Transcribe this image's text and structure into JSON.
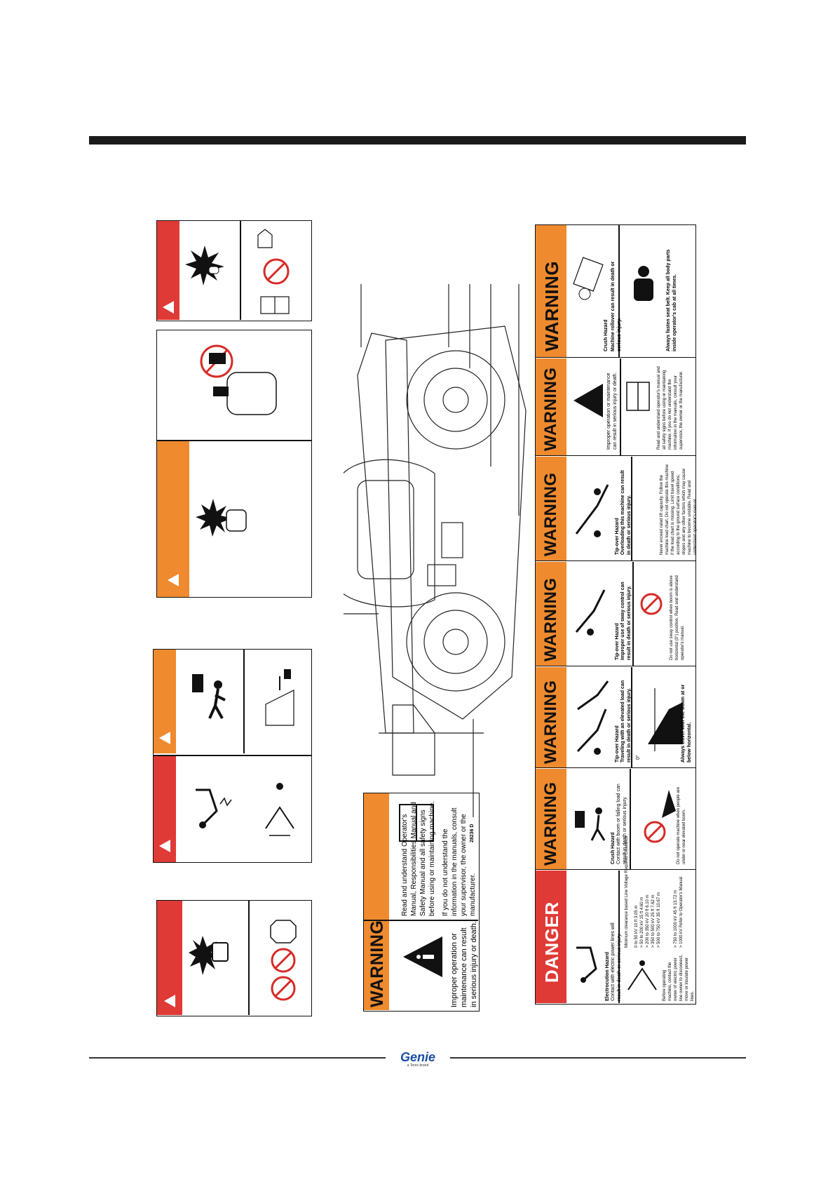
{
  "branding": {
    "logo_text": "Genie",
    "logo_tagline": "a Terex brand"
  },
  "operator_manual_decal": {
    "signal_word": "WARNING",
    "left_text": "Improper operation or maintenance can result in serious injury or death.",
    "right_text_1": "Read and understand Operator's Manual, Responsibilities Manual and Safety Manual and all safety signs before using or maintaining machine.",
    "right_text_2": "If you do not understand the information in the manuals, consult your supervisor, the owner or the manufacturer.",
    "part_number": "28236 D"
  },
  "strip": {
    "danger": {
      "signal_word": "DANGER",
      "title": "Electrocution Hazard",
      "text": "Contact with electric power lines will result in death or serious injury.",
      "instruction": "Before operating machine, contact the owner of electric power line owner to disconnect, move or insulate power lines.",
      "table_header": "Minimum clearance based Line Voltage Required Clearance",
      "table_rows": [
        "0 to 50 kV   10 ft   3.05 m",
        "> 50 to 200 kV   15 ft   4.60 m",
        "> 200 to 350 kV   20 ft   6.10 m",
        "> 350 to 500 kV   25 ft   7.62 m",
        "> 500 to 750 kV   35 ft   10.67 m",
        "> 750 to 1000 kV   45 ft   13.72 m",
        "> 1000 kV   Refer to Operator's Manual"
      ]
    },
    "warnings": [
      {
        "signal_word": "WARNING",
        "title": "Crush Hazard",
        "text": "Contact with boom or falling load can result in death or serious injury.",
        "note": "Do not operate machine when people are under or near elevated boom."
      },
      {
        "signal_word": "WARNING",
        "title": "Tip-over Hazard",
        "text": "Traveling with an elevated load can result in death or serious injury.",
        "note": "Always travel with the boom at or below horizontal."
      },
      {
        "signal_word": "WARNING",
        "title": "Tip-over Hazard",
        "text": "Improper use of sway control can result in death or serious injury.",
        "note": "Do not use sway control when boom is above horizontal (0°) position. Read and understand operator's manual."
      },
      {
        "signal_word": "WARNING",
        "title": "Tip-over Hazard",
        "text": "Overloading this machine can result in death or serious injury.",
        "note": "Never exceed rated lift capacity. Follow the machine load chart. Do not operate this machine if the load chart is missing. Limit travel speed according to the ground surface conditions, slopes and any other factors which may cause machine to become unstable. Read and understand operator's manual."
      },
      {
        "signal_word": "WARNING",
        "title": "",
        "text": "Improper operation or maintenance can result in serious injury or death.",
        "note": "Read and understand operator's manual and all safety signs before using or maintaining machine. If you do not understand the information in the manuals, consult your supervisor, the owner or the manufacturer."
      },
      {
        "signal_word": "WARNING",
        "title": "Crush Hazard",
        "text": "Machine rollover can result in death or serious injury.",
        "note": "Always fasten seat belt. Keep all body parts inside operator's cab at all times."
      }
    ]
  },
  "diagram_labels": {
    "angle_symbol": "0°"
  },
  "colors": {
    "danger_red": "#e03a36",
    "warning_orange": "#ef8a2e",
    "rule": "#1b1b1b",
    "logo_blue": "#1a4fa3"
  }
}
